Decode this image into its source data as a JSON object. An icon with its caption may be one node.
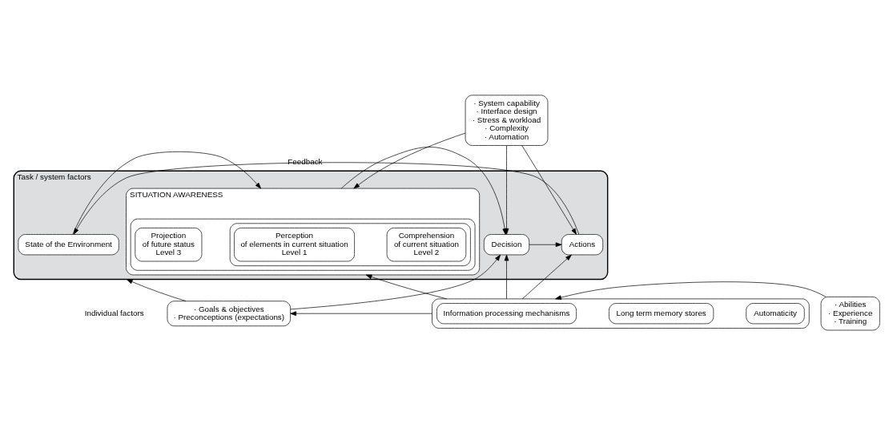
{
  "diagram": {
    "nodes": [
      {
        "text": [
          "Task / system factors"
        ]
      },
      {
        "text": [
          "State of the Environment"
        ],
        "in": 0
      },
      {
        "text": [
          "SITUATION AWARENESS"
        ],
        "in": 0
      },
      {
        "text": [],
        "shape": "box",
        "in": 2
      },
      {
        "text": [],
        "shape": "box",
        "in": 3
      },
      {
        "text": [
          "Perception",
          "of elements in current situation",
          "Level 1"
        ],
        "in": 4
      },
      {
        "text": [
          "Comprehension",
          "of current situation",
          "Level 2"
        ],
        "in": 4
      },
      {
        "text": [
          "Projection",
          "of future status",
          "Level 3"
        ],
        "in": 3
      },
      {
        "text": [
          "Decision"
        ],
        "in": 0
      },
      {
        "text": [
          "Actions"
        ],
        "in": 0
      },
      {
        "text": [
          "· System capability",
          "· Interface design",
          "· Stress & workload",
          "· Complexity",
          "· Automation"
        ]
      },
      {
        "text": [
          "· Goals & objectives",
          "· Preconceptions (expectations)"
        ]
      },
      {
        "text": [],
        "shape": "box"
      },
      {
        "text": [
          "Information processing mechanisms"
        ],
        "in": 12
      },
      {
        "text": [
          "Long term memory stores"
        ],
        "in": 12
      },
      {
        "text": [
          "Automaticity"
        ],
        "in": 12
      },
      {
        "text": [
          "· Abilities",
          "· Experience",
          "· Training"
        ]
      }
    ],
    "edges": [
      {
        "from": 1,
        "to": 2,
        "arrow": "to"
      },
      {
        "from": 2,
        "to": 8,
        "arrow": "to"
      },
      {
        "from": 8,
        "to": 9,
        "arrow": "to"
      },
      {
        "from": 9,
        "to": 1,
        "arrow": "to",
        "label": "Feedback"
      },
      {
        "from": 10,
        "to": 2,
        "arrow": "to"
      },
      {
        "from": 10,
        "to": 8,
        "arrow": "to"
      },
      {
        "from": 10,
        "to": 9,
        "arrow": "to"
      },
      {
        "from": 11,
        "to": 0,
        "arrow": "to"
      },
      {
        "from": 11,
        "to": 8,
        "arrow": "to"
      },
      {
        "from": 12,
        "to": 2,
        "arrow": "to"
      },
      {
        "from": 12,
        "to": 8,
        "arrow": "to"
      },
      {
        "from": 12,
        "to": 9,
        "arrow": "to"
      },
      {
        "from": 12,
        "to": 11,
        "arrow": "to"
      },
      {
        "from": 16,
        "to": 12,
        "arrow": "to"
      }
    ],
    "labels": [
      "Individual factors"
    ]
  }
}
